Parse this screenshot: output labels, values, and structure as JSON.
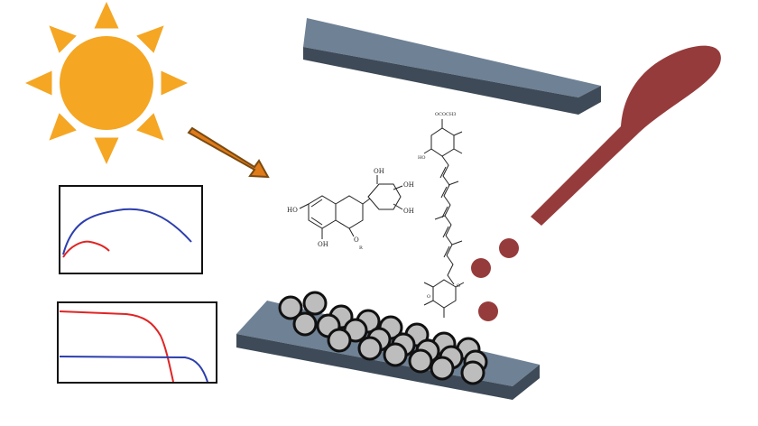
{
  "colors": {
    "sun": "#F5A623",
    "arrow": "#E07B1A",
    "arrow_edge": "#7A4A10",
    "slab_top": "#6F8195",
    "slab_side": "#3E4A57",
    "spoon": "#963B3B",
    "particle_fill": "#BDBDBD",
    "particle_edge": "#111111",
    "curve_blue": "#2C3EAE",
    "curve_red": "#E02424"
  },
  "icons": [
    "sun-icon",
    "arrow-icon",
    "dropper-icon"
  ],
  "molecule_flavonoid": {
    "labels": [
      "OH",
      "OH",
      "OH",
      "HO",
      "OH",
      "O",
      "R"
    ]
  },
  "molecule_carotenoid": {
    "labels": [
      "OCOCH3",
      "HO",
      "O",
      "O"
    ]
  },
  "droplet_count": 3,
  "particle_count": 22
}
